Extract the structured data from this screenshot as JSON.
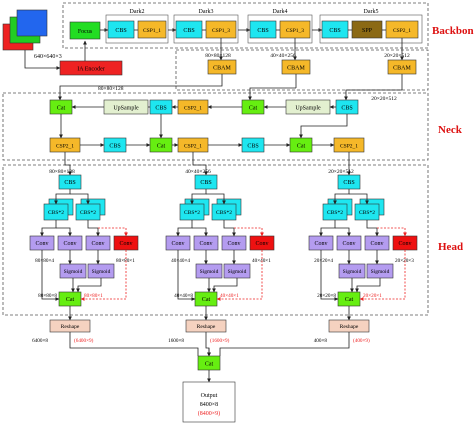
{
  "colors": {
    "cbs": "#1ee6f0",
    "csp": "#f5b829",
    "focus": "#22dd22",
    "spp": "#8b6914",
    "cat": "#66ee11",
    "upsample": "#e3f0d0",
    "cbam": "#f5b829",
    "conv": "#b49cf0",
    "conv_red": "#ee1111",
    "sigmoid": "#b49cf0",
    "reshape": "#f5d2c0",
    "section_label": "#dd1111",
    "dashed_red": "#ee2222",
    "line": "#222222"
  },
  "sections": {
    "backbone": "Backbone",
    "neck": "Neck",
    "head": "Head"
  },
  "input": {
    "size": "640×640×3",
    "attention": "IA Encoder"
  },
  "backbone": {
    "focus": "Focus",
    "cbs": "CBS",
    "dark2_label": "Dark2",
    "dark2_csp": "CSP1_1",
    "dark3_label": "Dark3",
    "dark3_csp": "CSP1_3",
    "dark4_label": "Dark4",
    "dark4_csp": "CSP1_3",
    "dark5_label": "Dark5",
    "dark5_spp": "SPP",
    "dark5_csp": "CSP2_1"
  },
  "neck": {
    "cbam": "CBAM",
    "dim_80": "80×80×128",
    "dim_40": "40×40×256",
    "dim_20": "20×20×512",
    "dim_20b": "20×20×512",
    "cat": "Cat",
    "upsample": "UpSample",
    "csp2": "CSP2_1",
    "cbs": "CBS",
    "under_80": "80×80×128"
  },
  "head": {
    "cbs": "CBS",
    "cbs2": "CBS*2",
    "conv": "Conv",
    "sigmoid": "Sigmoid",
    "cat": "Cat",
    "reshape": "Reshape",
    "branches": [
      {
        "dim_in": "80×80×128",
        "dim_box": "80×80×4",
        "dim_obj": "80×80×1",
        "dim_out": "80×80×8",
        "dim_red": "80×80×1",
        "flat": "6400×8",
        "flat_red": "(6400×9)"
      },
      {
        "dim_in": "40×40×256",
        "dim_box": "40×40×4",
        "dim_obj": "40×40×1",
        "dim_out": "40×40×8",
        "dim_red": "40×40×1",
        "flat": "1600×8",
        "flat_red": "(1600×9)"
      },
      {
        "dim_in": "20×20×512",
        "dim_box": "20×20×4",
        "dim_obj": "20×20×3",
        "dim_out": "20×20×8",
        "dim_red": "20×20×1",
        "flat": "400×8",
        "flat_red": "(400×9)"
      }
    ],
    "final_cat": "Cat",
    "output": "Output",
    "output_dim": "8400×8",
    "output_red": "(8400×9)"
  }
}
